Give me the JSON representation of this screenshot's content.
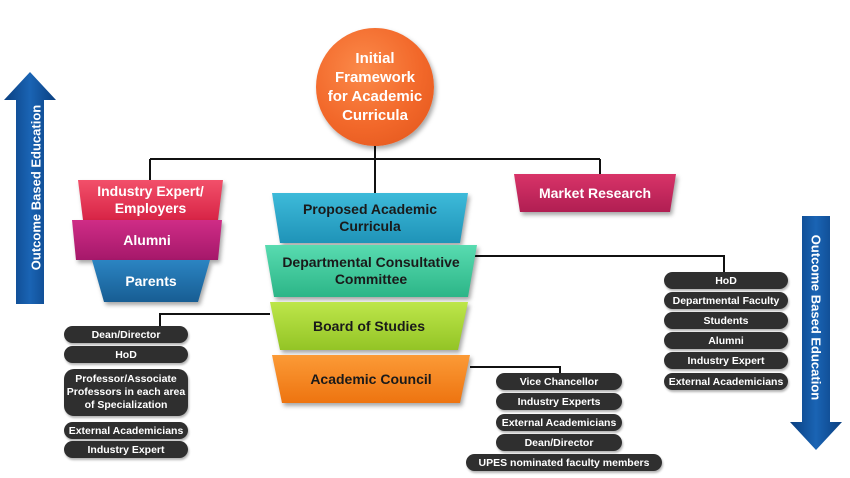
{
  "diagram": {
    "center_title": "Initial Framework for Academic Curricula",
    "left_stack": [
      "Industry Expert/ Employers",
      "Alumni",
      "Parents"
    ],
    "market_research": "Market Research",
    "funnel": [
      "Proposed Academic Curricula",
      "Departmental Consultative Committee",
      "Board of Studies",
      "Academic Council"
    ],
    "left_members": [
      "Dean/Director",
      "HoD",
      "Professor/Associate Professors in each area of Specialization",
      "External Academicians",
      "Industry Expert"
    ],
    "right_members": [
      "HoD",
      "Departmental Faculty",
      "Students",
      "Alumni",
      "Industry Expert",
      "External Academicians"
    ],
    "council_members": [
      "Vice Chancellor",
      "Industry Experts",
      "External Academicians",
      "Dean/Director",
      "UPES nominated faculty members"
    ],
    "arrow_left_label": "Outcome Based Education",
    "arrow_right_label": "Outcome Based Education"
  },
  "colors": {
    "orange": "#f2682a",
    "red": "#e1304e",
    "magenta": "#b81f76",
    "blue": "#1f6ea8",
    "crimson": "#c4255d",
    "teal": "#2aa6c8",
    "green": "#3fcc9c",
    "lime": "#a8d832",
    "amber": "#f6871f",
    "navy": "#0b4a91",
    "pill": "#2f2f2f"
  }
}
